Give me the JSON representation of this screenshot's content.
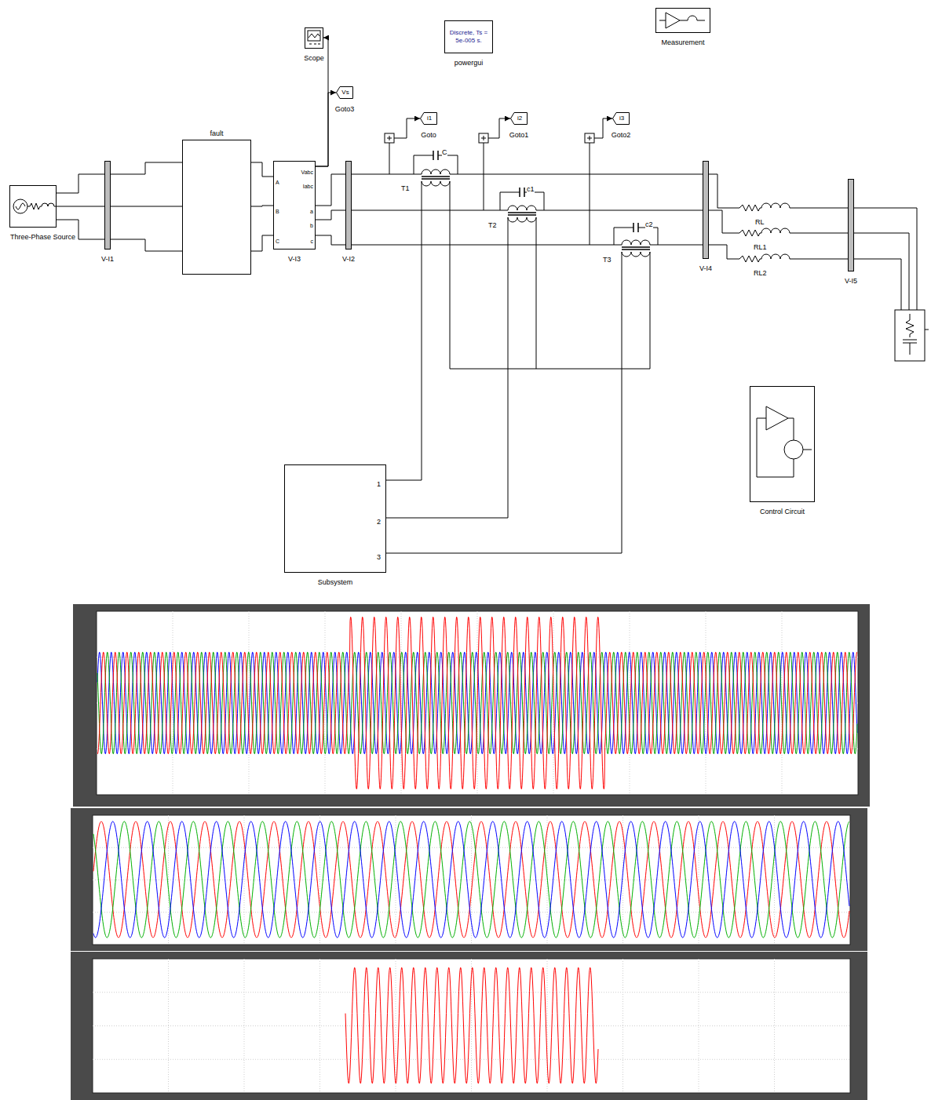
{
  "diagram": {
    "nodes": [
      {
        "text": [
          "Scope"
        ]
      },
      {
        "text": [
          "Discrete, Ts = 5e-005 s.",
          "powergui"
        ]
      },
      {
        "text": [
          "Measurement"
        ]
      },
      {
        "text": [
          "Vs",
          "Goto3"
        ]
      },
      {
        "text": [
          "i1",
          "Goto"
        ]
      },
      {
        "text": [
          "i2",
          "Goto1"
        ]
      },
      {
        "text": [
          "i3",
          "Goto2"
        ]
      },
      {
        "text": [
          "Three-Phase Source"
        ]
      },
      {
        "text": [
          "V-I1"
        ]
      },
      {
        "text": [
          "fault"
        ]
      },
      {
        "text": [
          "Vabc",
          "Iabc",
          "A",
          "B",
          "C",
          "a",
          "b",
          "c",
          "V-I3"
        ]
      },
      {
        "text": [
          "V-I2"
        ]
      },
      {
        "text": [
          "V-I4"
        ]
      },
      {
        "text": [
          "V-I5"
        ]
      },
      {
        "text": [
          "Subsystem"
        ]
      },
      {
        "text": [
          "Control Circuit"
        ]
      }
    ],
    "edges": [
      {
        "from": 7,
        "to": 8,
        "arrow": "none"
      },
      {
        "from": 8,
        "to": 9,
        "arrow": "none"
      },
      {
        "from": 9,
        "to": 10,
        "arrow": "none"
      },
      {
        "from": 10,
        "to": 11,
        "arrow": "none"
      },
      {
        "from": 10,
        "to": 0,
        "arrow": "to"
      },
      {
        "from": 10,
        "to": 3,
        "arrow": "to"
      },
      {
        "from": 11,
        "to": 12,
        "arrow": "none"
      },
      {
        "from": 12,
        "to": 13,
        "arrow": "none"
      }
    ],
    "labels": [
      "C",
      "c1",
      "c2",
      "T1",
      "T2",
      "T3",
      "RL",
      "RL1",
      "RL2",
      "1",
      "2",
      "3"
    ]
  }
}
